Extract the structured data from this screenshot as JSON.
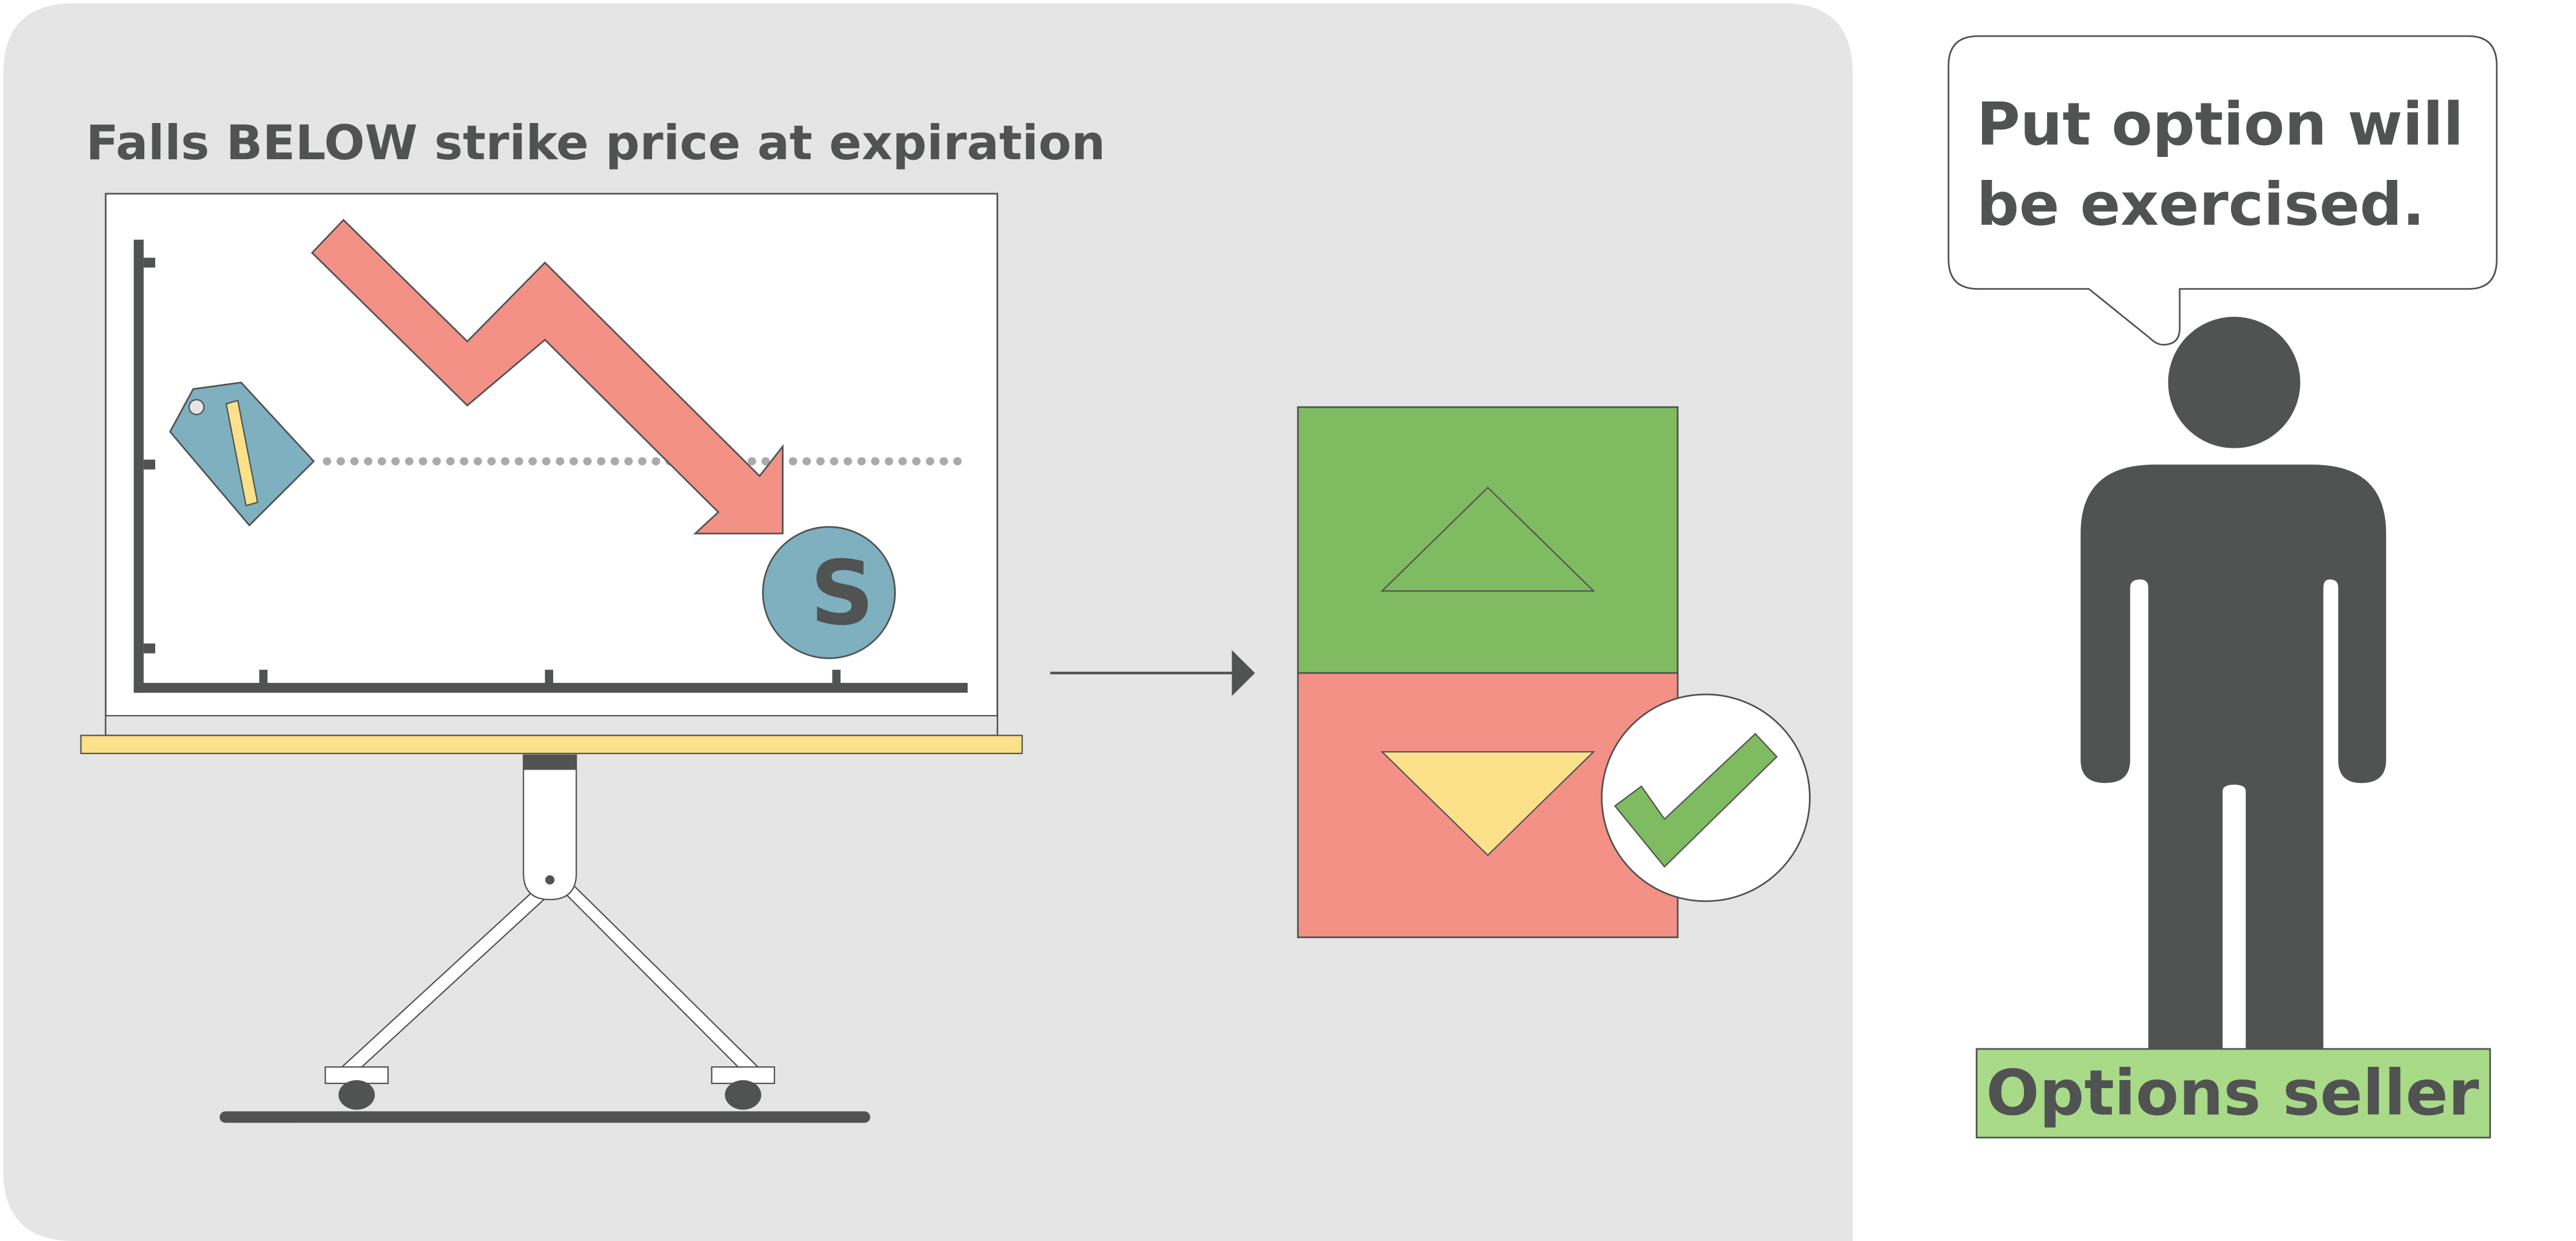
{
  "panel": {
    "title": "Falls BELOW strike price at expiration",
    "background_color": "#e5e5e5"
  },
  "whiteboard": {
    "price_tag_icon": "price-tag-icon",
    "trend": "downward-zigzag-arrow",
    "strike_line": "dotted-horizontal-line",
    "stock_badge_label": "S",
    "colors": {
      "arrow": "#f39187",
      "tag": "#7eb0bf",
      "tray": "#fde18a",
      "axis": "#505351",
      "dots": "#aaaaaa"
    }
  },
  "outcome": {
    "up_box_color": "#7fbb60",
    "down_box_color": "#f39187",
    "down_triangle_color": "#fde18a",
    "selected": "down",
    "check_icon": "checkmark-icon"
  },
  "speech_bubble": {
    "line1": "Put option will",
    "line2": "be exercised."
  },
  "person": {
    "label": "Options seller",
    "label_bg": "#a9da88",
    "figure_color": "#505351"
  }
}
